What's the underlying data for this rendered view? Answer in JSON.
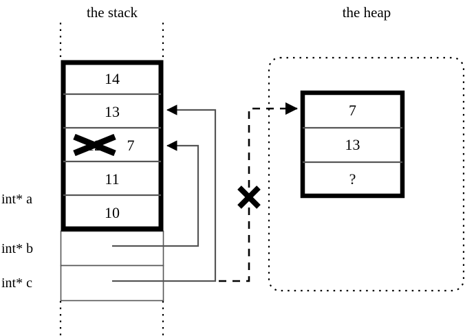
{
  "titles": {
    "stack": "the stack",
    "heap": "the heap"
  },
  "stack": {
    "cells": [
      {
        "value": "14",
        "struck": false,
        "label": ""
      },
      {
        "value": "13",
        "struck": false,
        "label": ""
      },
      {
        "value": "12",
        "struck": true,
        "replacement": "7",
        "label": ""
      },
      {
        "value": "11",
        "struck": false,
        "label": ""
      },
      {
        "value": "10",
        "struck": false,
        "label": "int* a"
      }
    ],
    "pointer_rows": [
      {
        "label": "int* b",
        "value": ""
      },
      {
        "label": "int* c",
        "value": ""
      }
    ]
  },
  "heap": {
    "cells": [
      {
        "value": "7"
      },
      {
        "value": "13"
      },
      {
        "value": "?"
      }
    ]
  },
  "annotations": {
    "cancelled_pointer": "x-mark-on-dashed-arrow",
    "cancelled_value": "x-mark-on-stack-value"
  },
  "colors": {
    "ink": "#000000",
    "paper": "#ffffff",
    "rule": "#555555"
  }
}
